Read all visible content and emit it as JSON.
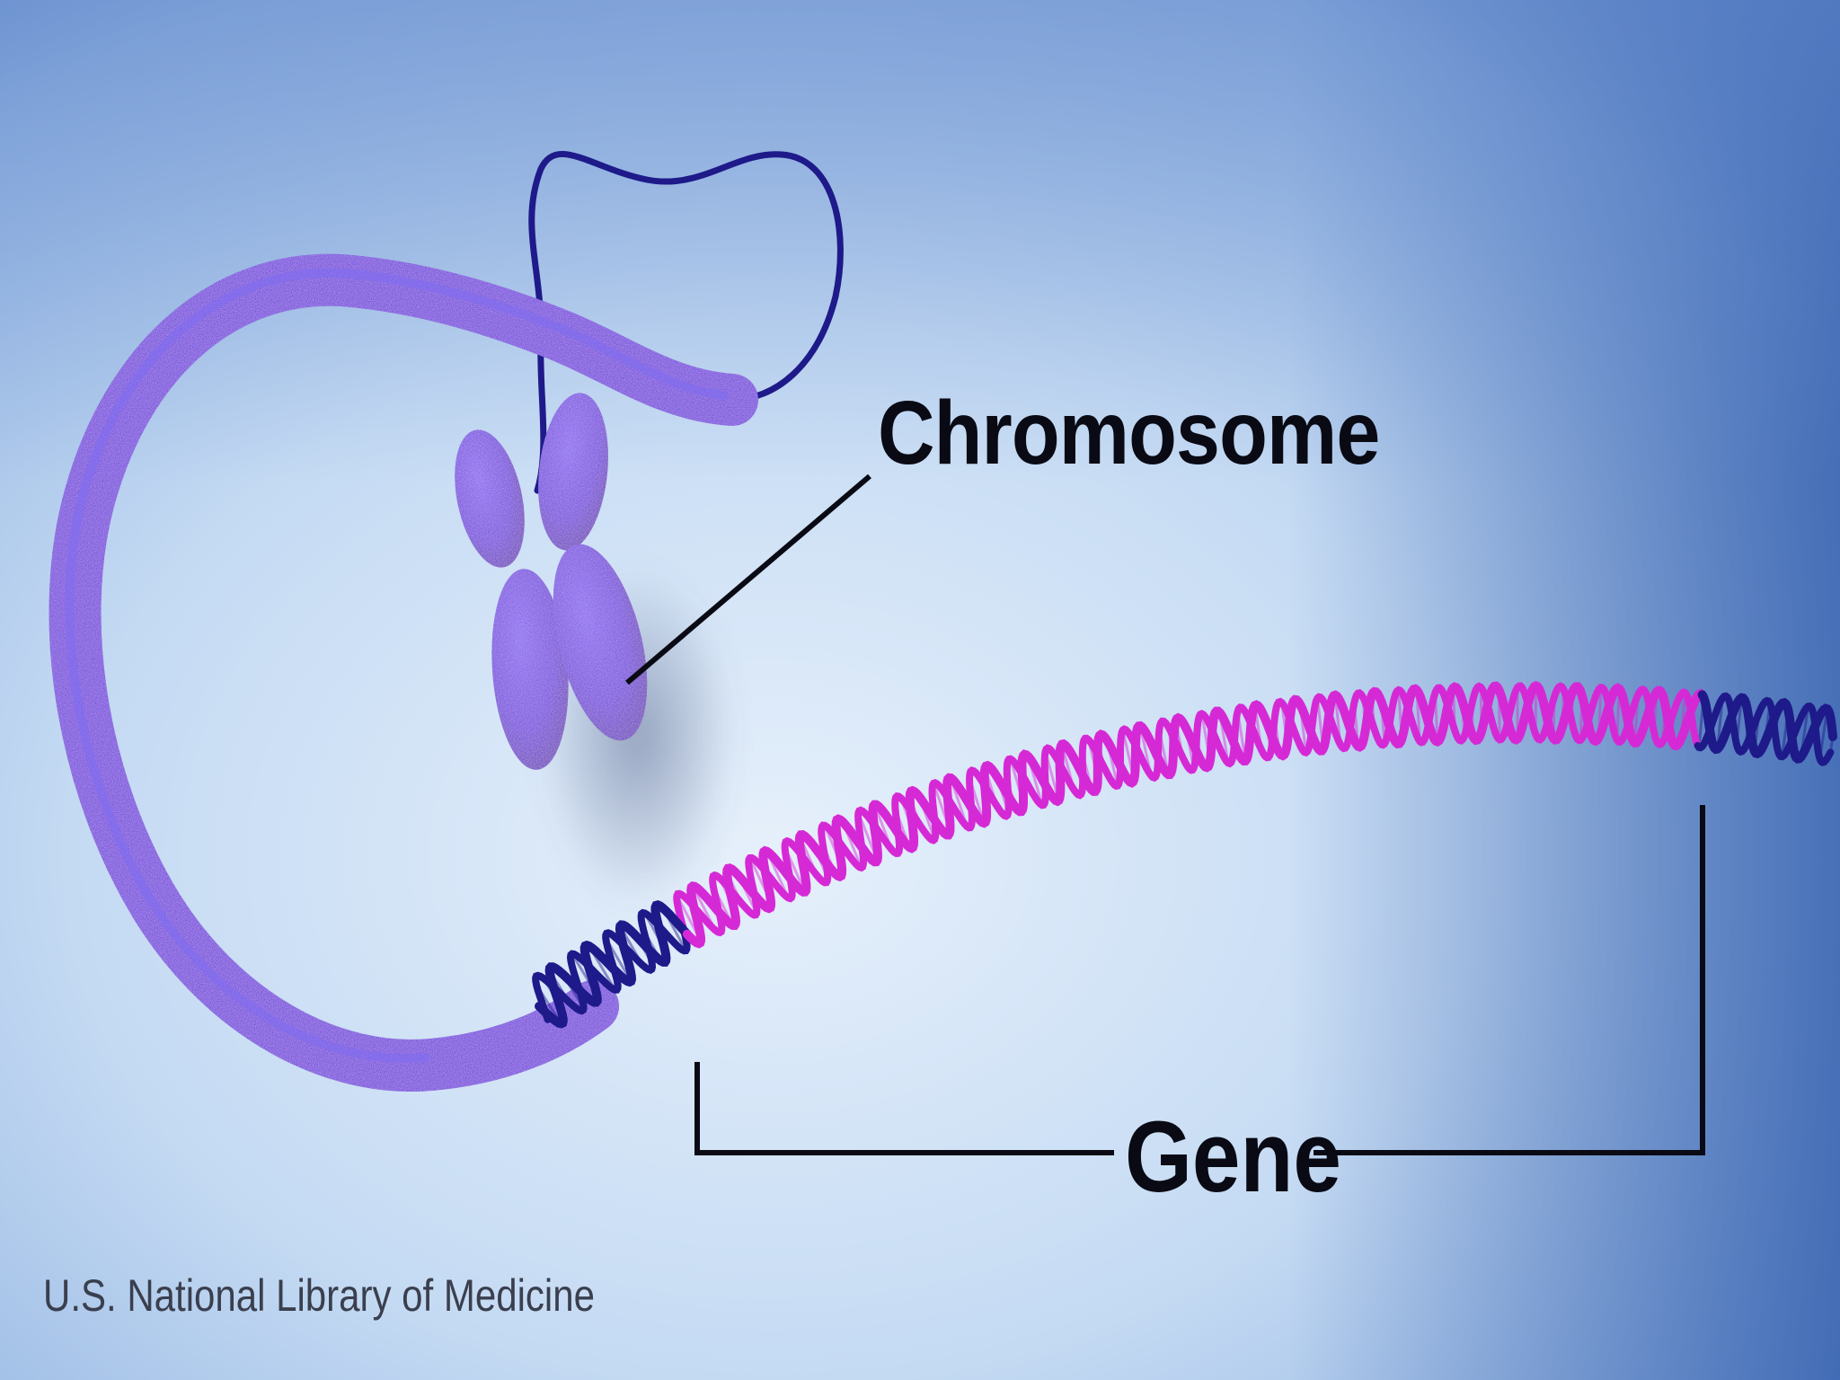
{
  "labels": {
    "chromosome": "Chromosome",
    "gene": "Gene",
    "credit": "U.S. National Library of Medicine"
  },
  "colors": {
    "background_light": "#dbe9f8",
    "background_mid": "#9fbfe6",
    "background_dark": "#3f6db8",
    "chromatin": "#4a2bd8",
    "chromosome_body": "#4c34dc",
    "dna_dark": "#1e1a8a",
    "gene_magenta": "#d629d6",
    "leader_line": "#0a0a14"
  }
}
